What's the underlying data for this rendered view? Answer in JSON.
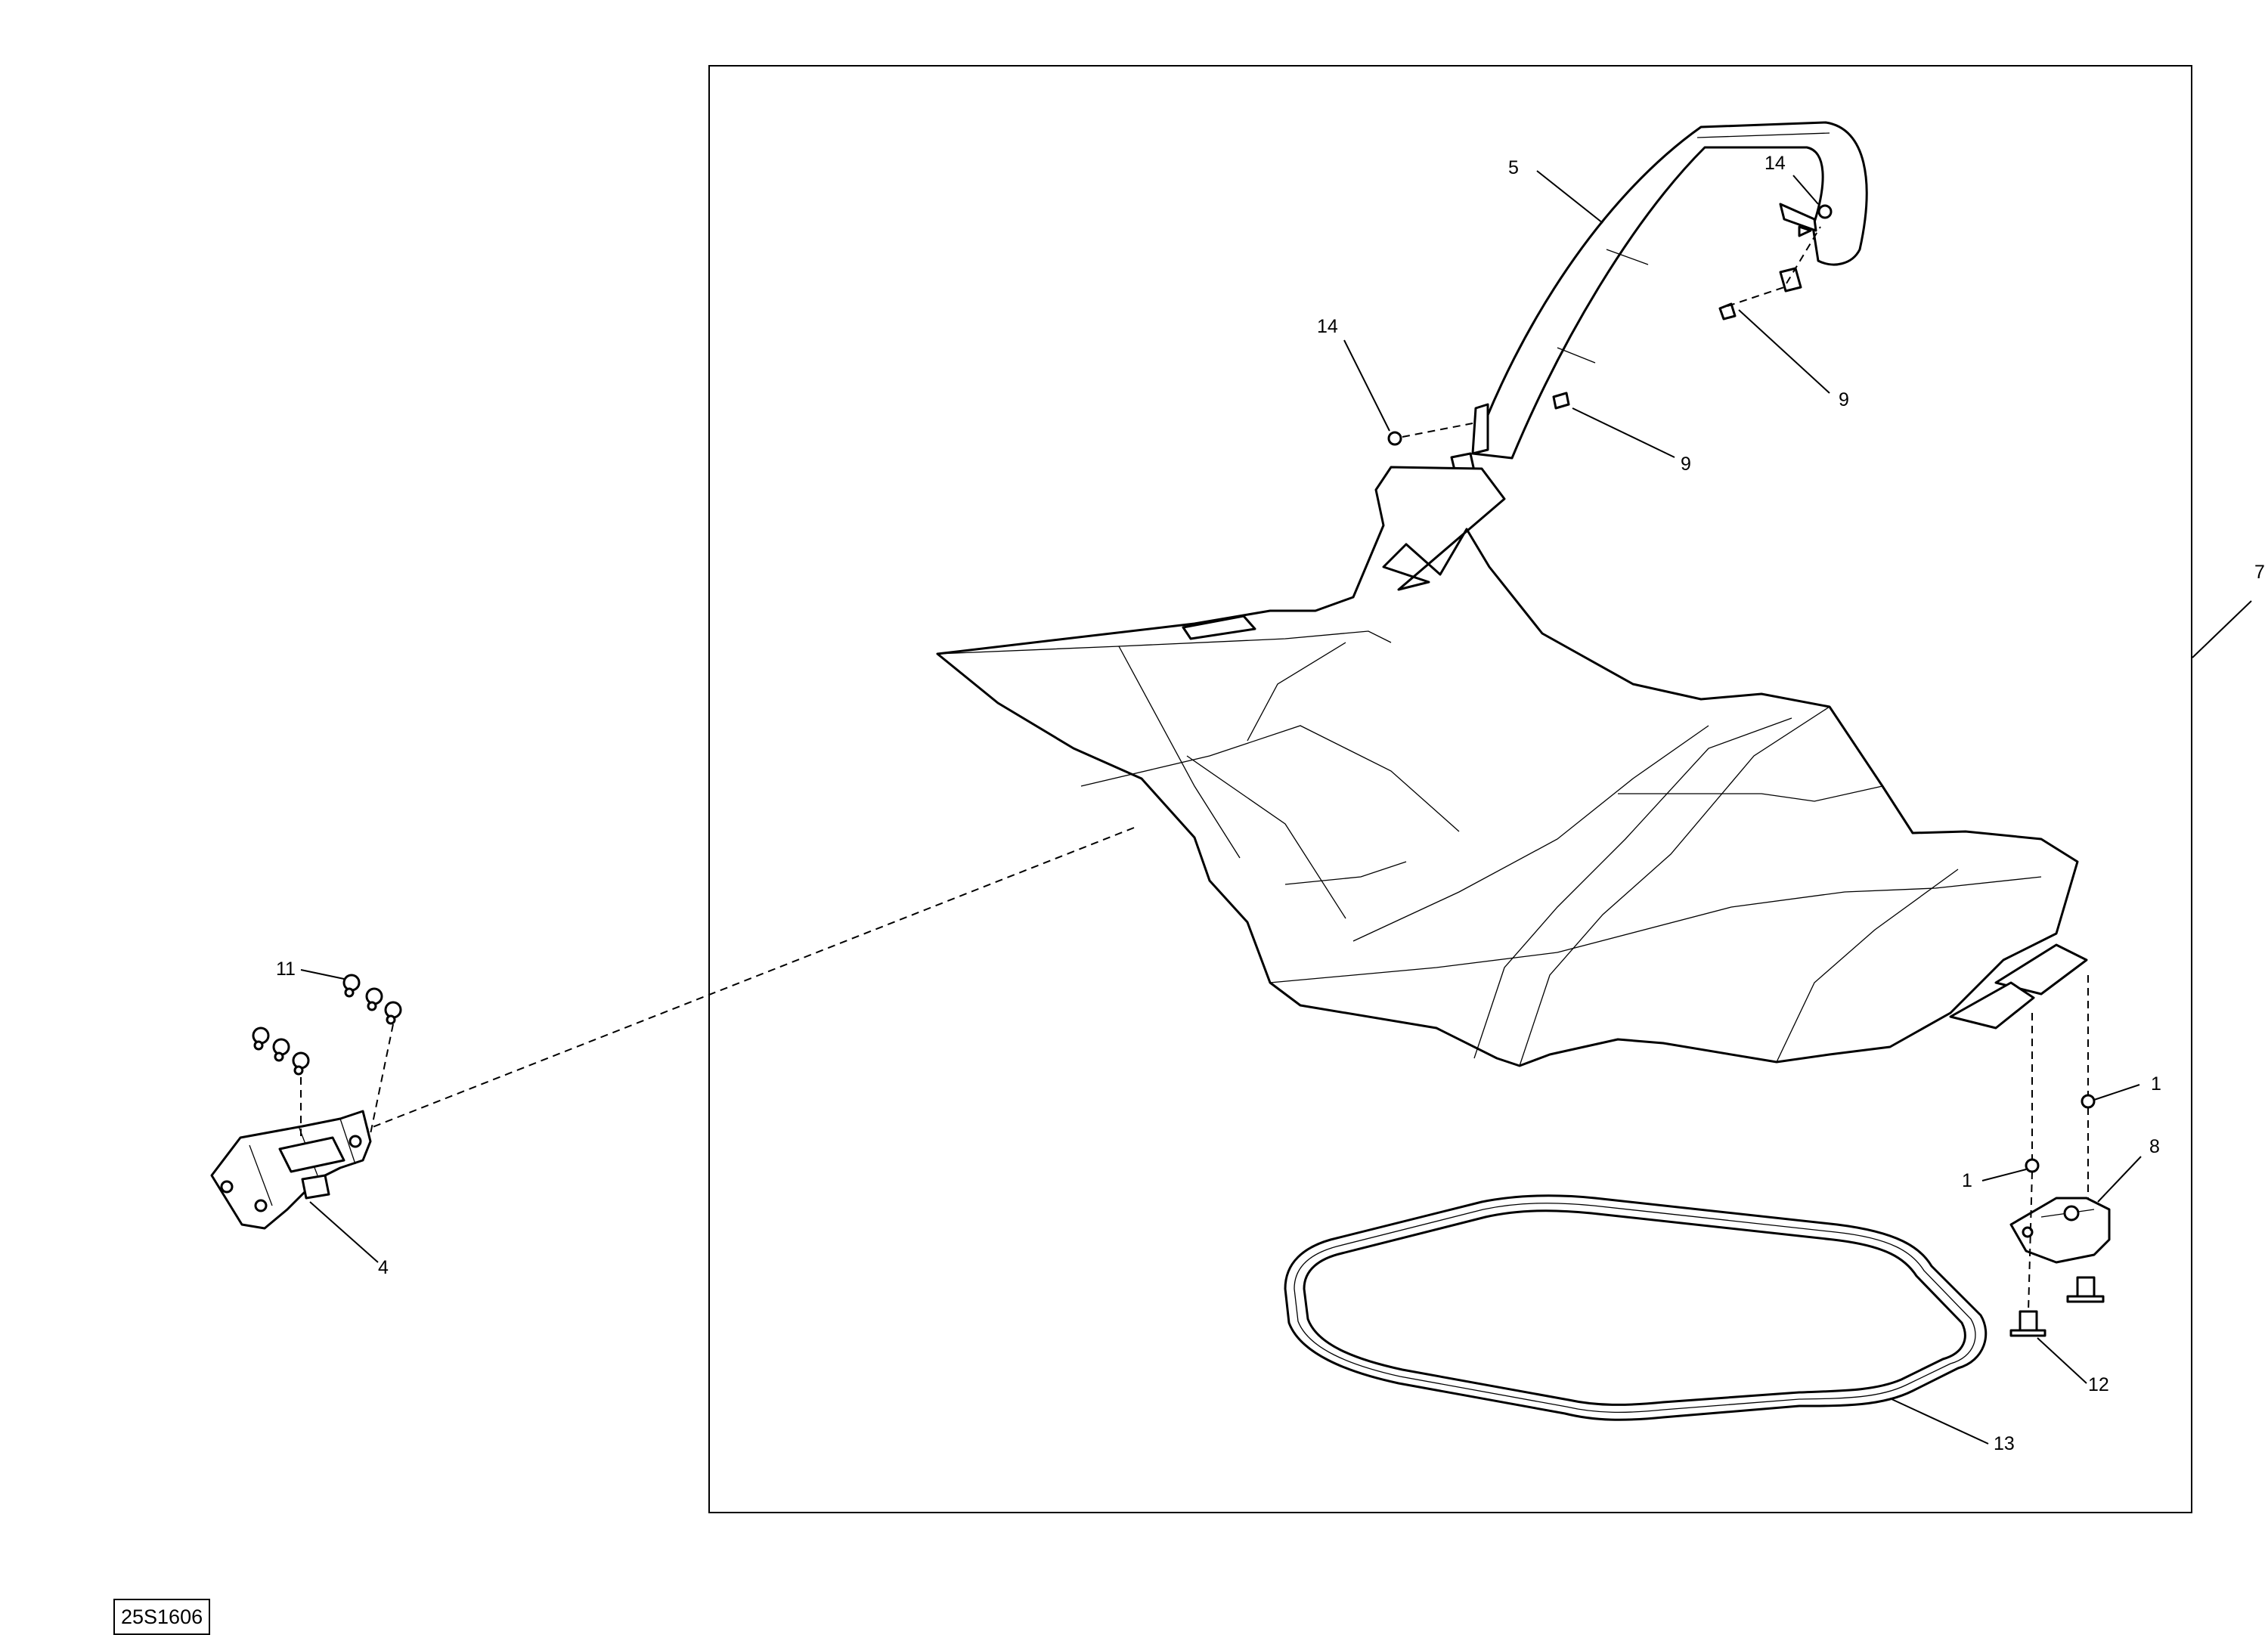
{
  "drawing_id": "25S1606",
  "callouts": {
    "c1a": "1",
    "c1b": "1",
    "c4": "4",
    "c5": "5",
    "c7": "7",
    "c8": "8",
    "c9a": "9",
    "c9b": "9",
    "c11": "11",
    "c12": "12",
    "c13": "13",
    "c14a": "14",
    "c14b": "14"
  }
}
